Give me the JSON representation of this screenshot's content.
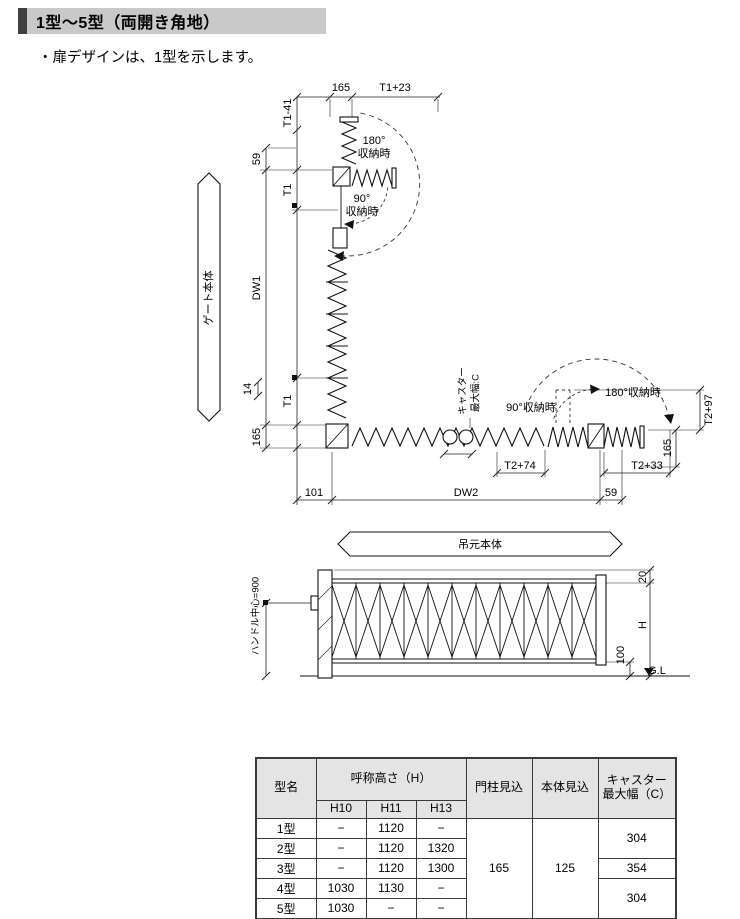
{
  "header": {
    "title": "1型～5型（両開き角地）",
    "note": "・扉デザインは、1型を示します。"
  },
  "drawing": {
    "plan": {
      "dim_165_top": "165",
      "dim_t1_23": "T1+23",
      "dim_t1_41": "T1-41",
      "dim_59_top": "59",
      "dim_t1_upper": "T1",
      "label_180_top_1": "180°",
      "label_180_top_2": "収納時",
      "label_90_top_1": "90°",
      "label_90_top_2": "収納時",
      "gate_body": "ゲート本体",
      "dim_dw1": "DW1",
      "caster_label_1": "キャスター",
      "caster_label_2": "最大幅:C",
      "dim_14": "14",
      "dim_t1_lower": "T1",
      "dim_165_left": "165",
      "label_90_right": "90°収納時",
      "label_180_right": "180°収納時",
      "dim_t2_97": "T2+97",
      "dim_165_right": "165",
      "dim_t2_74": "T2+74",
      "dim_t2_33": "T2+33",
      "dim_101": "101",
      "dim_dw2": "DW2",
      "dim_59_bottom": "59",
      "hinge_body": "吊元本体"
    },
    "elevation": {
      "handle_center": "ハンドル中心=900",
      "dim_20": "20",
      "dim_h": "H",
      "dim_100": "100",
      "gl": "G.L"
    }
  },
  "table": {
    "headers": {
      "model": "型名",
      "height": "呼称高さ（H）",
      "h10": "H10",
      "h11": "H11",
      "h13": "H13",
      "post_depth": "門柱見込",
      "body_depth": "本体見込",
      "caster": "キャスター最大幅（C）"
    },
    "post_depth": "165",
    "body_depth": "125",
    "caster_values": {
      "r12": "304",
      "r3": "354",
      "r45": "304"
    },
    "rows": [
      {
        "model": "1型",
        "h10": "−",
        "h11": "1120",
        "h13": "−"
      },
      {
        "model": "2型",
        "h10": "−",
        "h11": "1120",
        "h13": "1320"
      },
      {
        "model": "3型",
        "h10": "−",
        "h11": "1120",
        "h13": "1300"
      },
      {
        "model": "4型",
        "h10": "1030",
        "h11": "1130",
        "h13": "−"
      },
      {
        "model": "5型",
        "h10": "1030",
        "h11": "−",
        "h13": "−"
      }
    ]
  }
}
